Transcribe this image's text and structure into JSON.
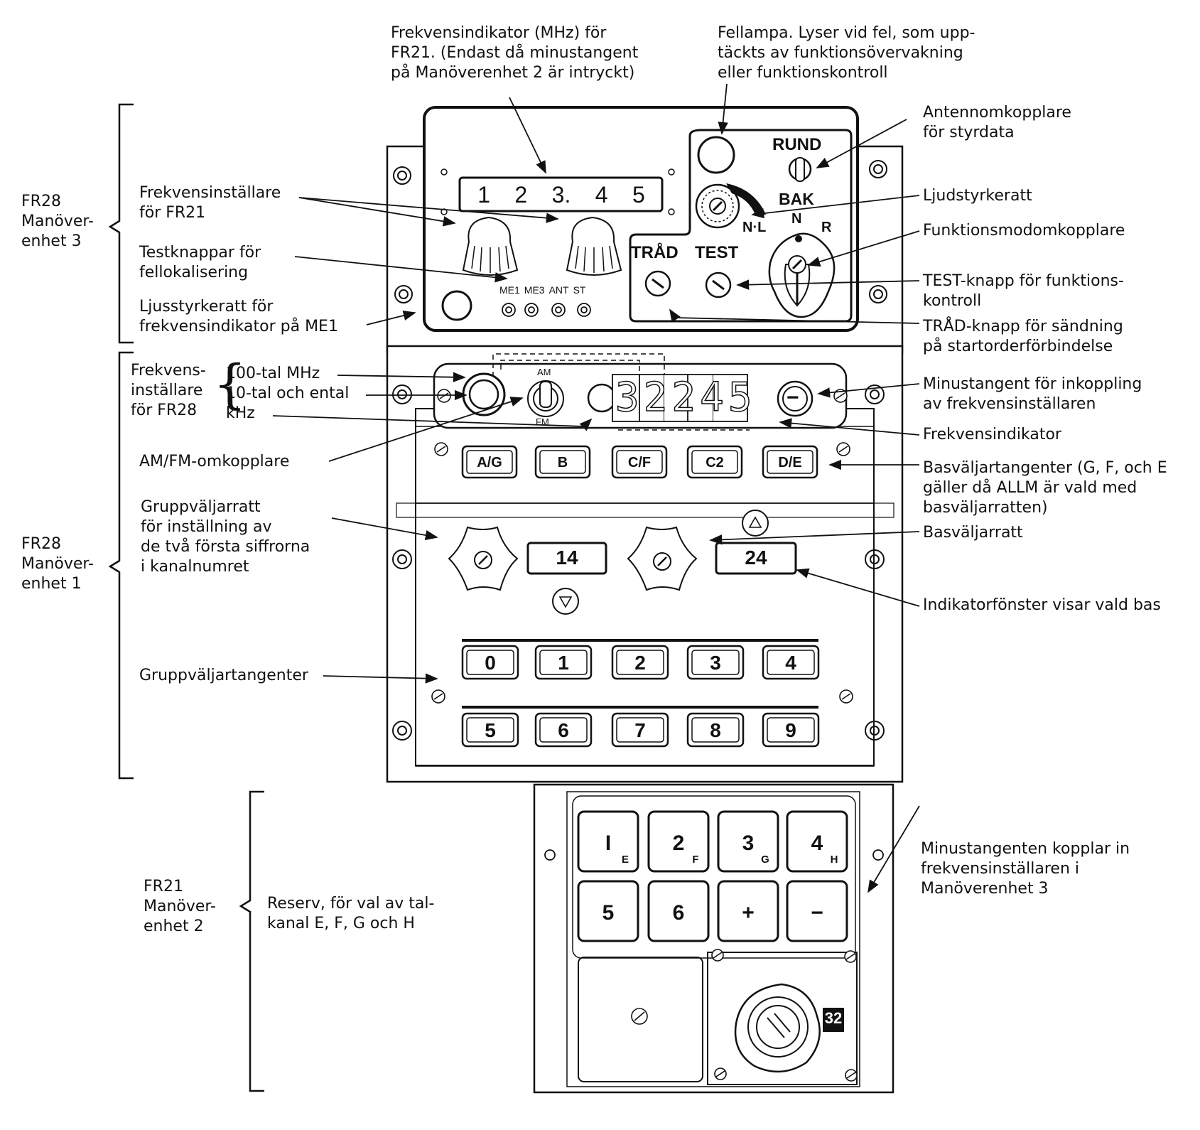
{
  "annotations": {
    "freq_indicator_fr21": [
      "Frekvensindikator (MHz) för",
      "FR21. (Endast då minustangent",
      "på Manöverenhet 2 är intryckt)"
    ],
    "fellampa": [
      "Fellampa. Lyser vid fel, som upp-",
      "täckts av funktionsövervakning",
      "eller funktionskontroll"
    ],
    "antennomkopplare": [
      "Antennomkopplare",
      "för styrdata"
    ],
    "ljudstyrkeratt": [
      "Ljudstyrkeratt"
    ],
    "funktionsmodomkopplare": [
      "Funktionsmodomkopplare"
    ],
    "test_knapp": [
      "TEST-knapp för funktions-",
      "kontroll"
    ],
    "trad_knapp": [
      "TRÅD-knapp för sändning",
      "på startorderförbindelse"
    ],
    "minustangent_inkoppling": [
      "Minustangent för inkoppling",
      "av frekvensinställaren"
    ],
    "frekvensindikator": [
      "Frekvensindikator"
    ],
    "basvaljartangenter": [
      "Basväljartangenter (G, F, och E",
      "gäller då ALLM är vald med",
      "basväljarratten)"
    ],
    "basvaljarratt": [
      "Basväljarratt"
    ],
    "indikatorfonster": [
      "Indikatorfönster visar vald bas"
    ],
    "minustangenten_kopplar": [
      "Minustangenten kopplar in",
      "frekvensinställaren i",
      "Manöverenhet 3"
    ],
    "frekvensinstallare_fr21": [
      "Frekvensinställare",
      "för FR21"
    ],
    "testknappar": [
      "Testknappar för",
      "fellokalisering"
    ],
    "ljusstyrkeratt": [
      "Ljusstyrkeratt för",
      "frekvensindikator på ME1"
    ],
    "frekvens_fr28": [
      "Frekvens-",
      "inställare",
      "för FR28"
    ],
    "freq_ranges": [
      "100-tal MHz",
      "10-tal och ental",
      "kHz"
    ],
    "am_fm": [
      "AM/FM-omkopplare"
    ],
    "gruppvaljarratt": [
      "Gruppväljarratt",
      "för inställning av",
      "de två första siffrorna",
      "i kanalnumret"
    ],
    "gruppvaljartangenter": [
      "Gruppväljartangenter"
    ],
    "reserv": [
      "Reserv, för val av tal-",
      "kanal E, F, G och H"
    ]
  },
  "units": {
    "me3": [
      "FR28",
      "Manöver-",
      "enhet 3"
    ],
    "me1": [
      "FR28",
      "Manöver-",
      "enhet 1"
    ],
    "me2": [
      "FR21",
      "Manöver-",
      "enhet 2"
    ]
  },
  "panel": {
    "fr21_display": [
      "1",
      "2",
      "3.",
      "4",
      "5"
    ],
    "labels": {
      "rund": "RUND",
      "bak": "BAK",
      "nl": "N·L",
      "n": "N",
      "r": "R",
      "trad": "TRÅD",
      "test": "TEST",
      "me1": "ME1",
      "me3": "ME3",
      "ant": "ANT",
      "st": "ST",
      "am": "AM",
      "fm": "FM",
      "minus": "−"
    },
    "fr28_display": "32245",
    "base_buttons": [
      "A/G",
      "B",
      "C/F",
      "C2",
      "D/E"
    ],
    "group_window": "14",
    "base_window": "24",
    "group_keys_row1": [
      "0",
      "1",
      "2",
      "3",
      "4"
    ],
    "group_keys_row2": [
      "5",
      "6",
      "7",
      "8",
      "9"
    ],
    "me2_keys": [
      {
        "main": "I",
        "sub": "E"
      },
      {
        "main": "2",
        "sub": "F"
      },
      {
        "main": "3",
        "sub": "G"
      },
      {
        "main": "4",
        "sub": "H"
      },
      {
        "main": "5",
        "sub": ""
      },
      {
        "main": "6",
        "sub": ""
      },
      {
        "main": "+",
        "sub": ""
      },
      {
        "main": "−",
        "sub": ""
      }
    ],
    "dial_label": "32"
  }
}
